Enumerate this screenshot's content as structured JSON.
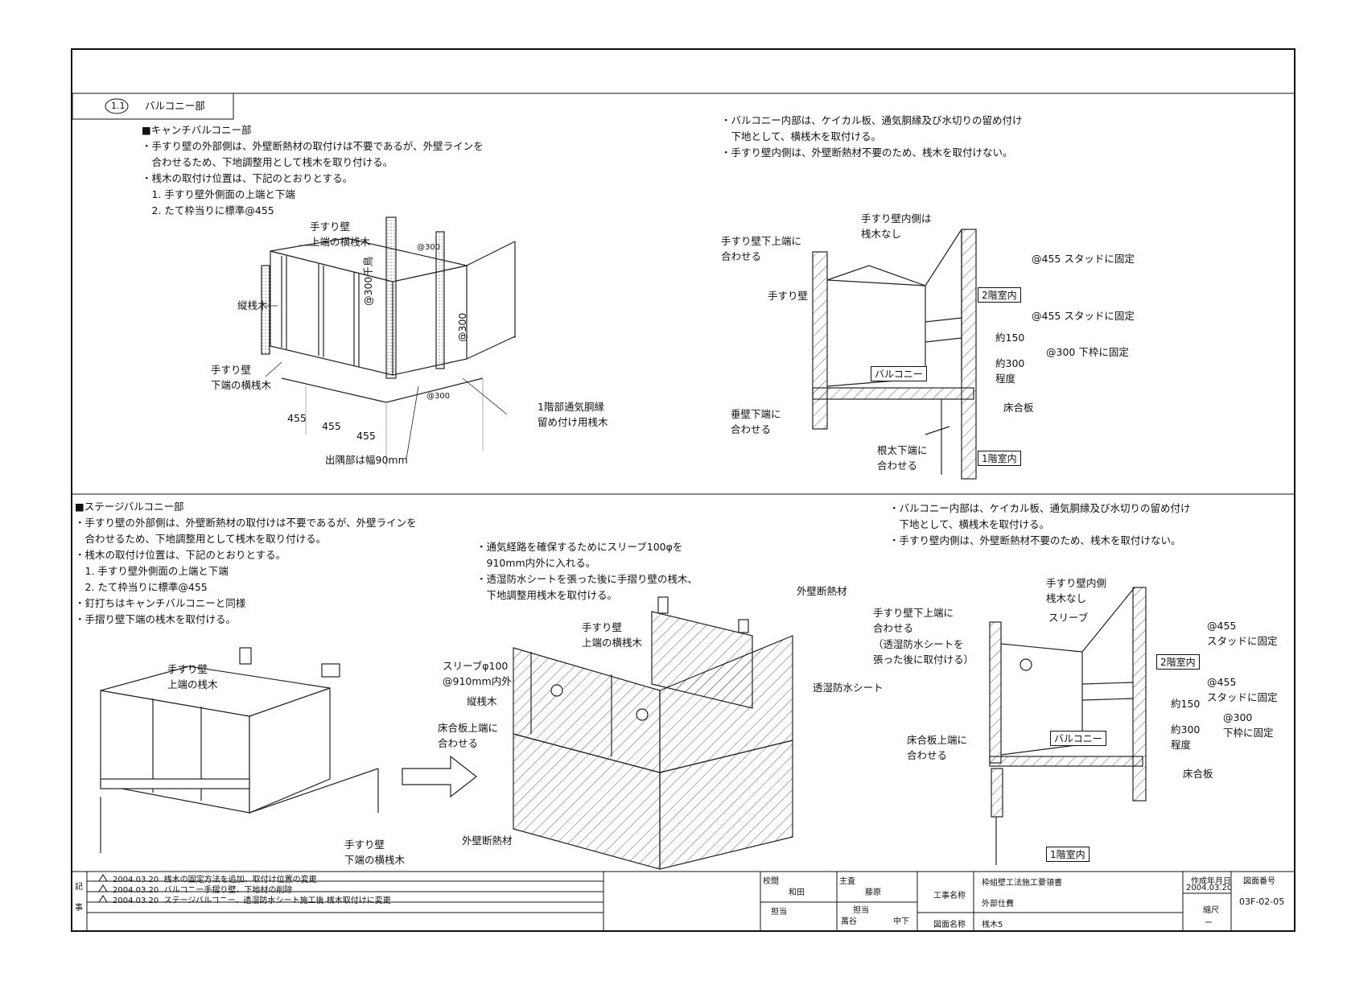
{
  "section": {
    "number": "1.1",
    "title": "バルコニー部"
  },
  "top_left": {
    "heading": "■キャンチバルコニー部",
    "lines": [
      "・手すり壁の外部側は、外壁断熱材の取付けは不要であるが、外壁ラインを",
      "　合わせるため、下地調整用として桟木を取り付ける。",
      "・桟木の取付け位置は、下記のとおりとする。",
      "　1. 手すり壁外側面の上端と下端",
      "　2. たて枠当りに標準@455"
    ],
    "labels": {
      "upper": "手すり壁\n上端の横桟木",
      "vertical": "縦桟木",
      "lower": "手すり壁\n下端の横桟木",
      "at300a": "@300",
      "at300b": "@300千鳥",
      "at300c": "@300",
      "at300d": "@300",
      "d455a": "455",
      "d455b": "455",
      "d455c": "455",
      "vent": "1階部通気胴縁\n留め付け用桟木",
      "corner": "出隅部は幅90mm"
    }
  },
  "top_right": {
    "lines": [
      "・バルコニー内部は、ケイカル板、通気胴縁及び水切りの留め付け",
      "　下地として、横桟木を取付ける。",
      "・手すり壁内側は、外壁断熱材不要のため、桟木を取付けない。"
    ],
    "labels": {
      "inner_none": "手すり壁内側は\n桟木なし",
      "lower_end": "手すり壁下上端に\n合わせる",
      "wall": "手すり壁",
      "drop_wall": "垂壁下端に\n合わせる",
      "joist": "根太下端に\n合わせる",
      "s455a": "@455 スタッドに固定",
      "room2": "2階室内",
      "s455b": "@455 スタッドに固定",
      "approx150": "約150",
      "s300": "@300 下枠に固定",
      "approx300": "約300\n程度",
      "balcony": "バルコニー",
      "floor": "床合板",
      "room1": "1階室内"
    }
  },
  "bottom_left": {
    "heading": "■ステージバルコニー部",
    "lines": [
      "・手すり壁の外部側は、外壁断熱材の取付けは不要であるが、外壁ラインを",
      "　合わせるため、下地調整用として桟木を取り付ける。",
      "・桟木の取付け位置は、下記のとおりとする。",
      "　1. 手すり壁外側面の上端と下端",
      "　2. たて枠当りに標準@455",
      "・釘打ちはキャンチバルコニーと同様",
      "・手摺り壁下端の桟木を取付ける。"
    ],
    "labels": {
      "upper": "手すり壁\n上端の桟木",
      "lower": "手すり壁\n下端の横桟木"
    }
  },
  "bottom_mid": {
    "lines": [
      "・通気経路を確保するためにスリーブ100φを",
      "　910mm内外に入れる。",
      "・透湿防水シートを張った後に手摺り壁の桟木、",
      "　下地調整用桟木を取付ける。"
    ],
    "labels": {
      "upper": "手すり壁\n上端の横桟木",
      "sleeve": "スリーブφ100\n@910mm内外",
      "vertical": "縦桟木",
      "floor_top": "床合板上端に\n合わせる",
      "insul_top": "外壁断熱材",
      "membrane": "透湿防水シート",
      "insul_bottom": "外壁断熱材"
    }
  },
  "bottom_right": {
    "lines": [
      "・バルコニー内部は、ケイカル板、通気胴縁及び水切りの留め付け",
      "　下地として、横桟木を取付ける。",
      "・手すり壁内側は、外壁断熱材不要のため、桟木を取付けない。"
    ],
    "labels": {
      "inner_none": "手すり壁内側\n桟木なし",
      "sleeve": "スリーブ",
      "lower_end": "手すり壁下上端に\n合わせる\n（透湿防水シートを\n張った後に取付ける）",
      "s455a": "@455\nスタッドに固定",
      "room2": "2階室内",
      "s455b": "@455\nスタッドに固定",
      "approx150": "約150",
      "s300": "@300\n下枠に固定",
      "approx300": "約300\n程度",
      "balcony": "バルコニー",
      "floor_top": "床合板上端に\n合わせる",
      "floor": "床合板",
      "room1": "1階室内"
    }
  },
  "title_block": {
    "notes_label": "記事",
    "revisions": [
      {
        "date": "2004.03.20",
        "text": "桟木の固定方法を追加、取付け位置の変更"
      },
      {
        "date": "2004.03.20",
        "text": "バルコニー手摺り壁、下地材の削除"
      },
      {
        "date": "2004.03.20",
        "text": "ステージバルコニー、透湿防水シート施工後 桟木取付けに変更"
      }
    ],
    "checker_label": "校閲",
    "checker": "和田",
    "chief_label": "主査",
    "chief": "藤原",
    "staff_label": "担当",
    "staff_label2": "担当",
    "staff1": "萬谷",
    "staff2": "中下",
    "project_label": "工事名称",
    "project": "枠組壁工法施工要領書",
    "sub": "外部仕費",
    "drawing_label": "図面名称",
    "drawing": "桟木5",
    "date_label": "作成年月日",
    "date": "2004.03.20",
    "scale_label": "縮尺",
    "scale": "ー",
    "number_label": "図面番号",
    "number": "03F-02-05"
  }
}
